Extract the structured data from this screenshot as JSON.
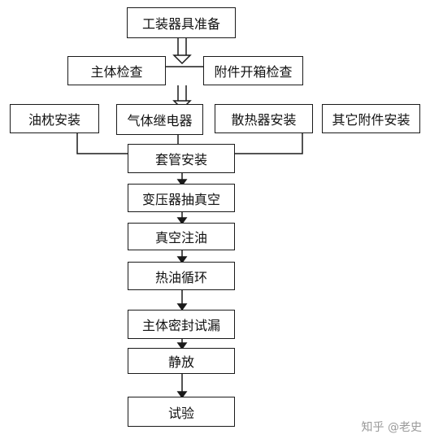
{
  "diagram": {
    "nodes": {
      "prep": "工装器具准备",
      "main_check": "主体检查",
      "accessory_check": "附件开箱检查",
      "oil_pillow": "油枕安装",
      "gas_relay": "气体继电器",
      "radiator": "散热器安装",
      "other_accessories": "其它附件安装",
      "bushing": "套管安装",
      "vacuum": "变压器抽真空",
      "vacuum_oil": "真空注油",
      "hot_oil": "热油循环",
      "seal_test": "主体密封试漏",
      "standing": "静放",
      "test": "试验"
    },
    "line_color": "#1a1a1a"
  },
  "watermark": "知乎 @老史"
}
